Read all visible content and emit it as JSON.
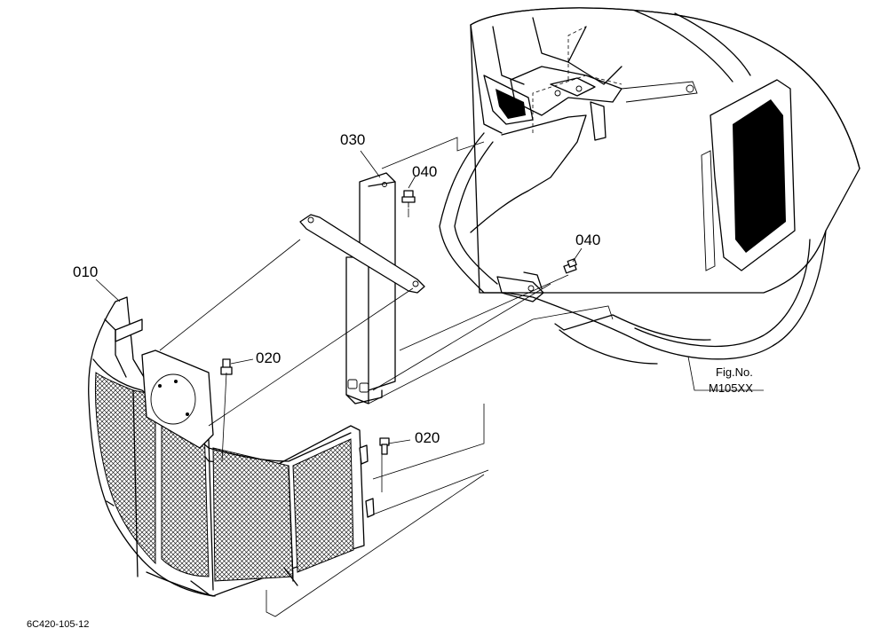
{
  "callouts": {
    "p010": "010",
    "p020a": "020",
    "p020b": "020",
    "p030": "030",
    "p040a": "040",
    "p040b": "040"
  },
  "figure": {
    "label": "Fig.No.",
    "number": "M105XX"
  },
  "drawing_code": "6C420-105-12"
}
